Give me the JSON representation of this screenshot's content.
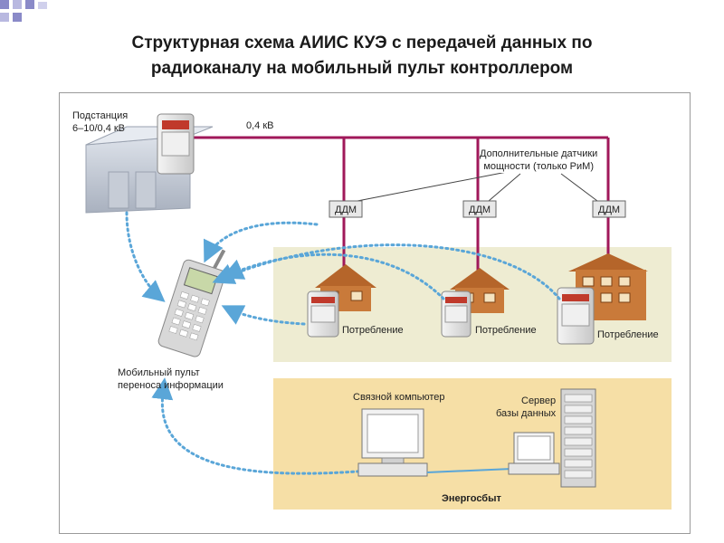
{
  "title": {
    "line1": "Структурная схема АИИС КУЭ с передачей данных по",
    "line2": "радиоканалу на мобильный пульт контроллером"
  },
  "substation": {
    "line1": "Подстанция",
    "line2": "6–10/0,4 кВ"
  },
  "voltage": "0,4 кВ",
  "sensors_note": {
    "line1": "Дополнительные датчики",
    "line2": "мощности (только РиМ)"
  },
  "ddm_label": "ДДМ",
  "consumption_label": "Потребление",
  "mobile": {
    "line1": "Мобильный пульт",
    "line2": "переноса информации"
  },
  "comm_computer": "Связной компьютер",
  "server": {
    "line1": "Сервер",
    "line2": "базы данных"
  },
  "energosbyt": "Энергосбыт",
  "colors": {
    "power_line": "#a0185a",
    "radio_link": "#5aa6d8",
    "zone_fill": "#eeecd2",
    "house": "#c97a3a",
    "accent_block": "#8080c0"
  }
}
